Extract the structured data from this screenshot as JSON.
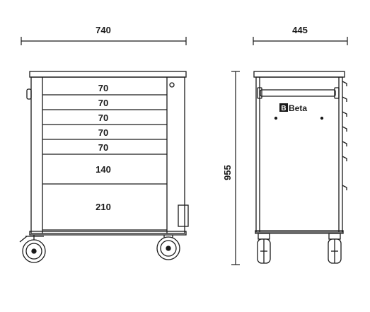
{
  "dimensions": {
    "front_width": "740",
    "side_depth": "445",
    "height": "955"
  },
  "drawers": [
    "70",
    "70",
    "70",
    "70",
    "70",
    "140",
    "210"
  ],
  "side_panel": {
    "brand_logo_text": "Beta"
  },
  "colors": {
    "line": "#1a1a1a",
    "background": "#ffffff"
  }
}
